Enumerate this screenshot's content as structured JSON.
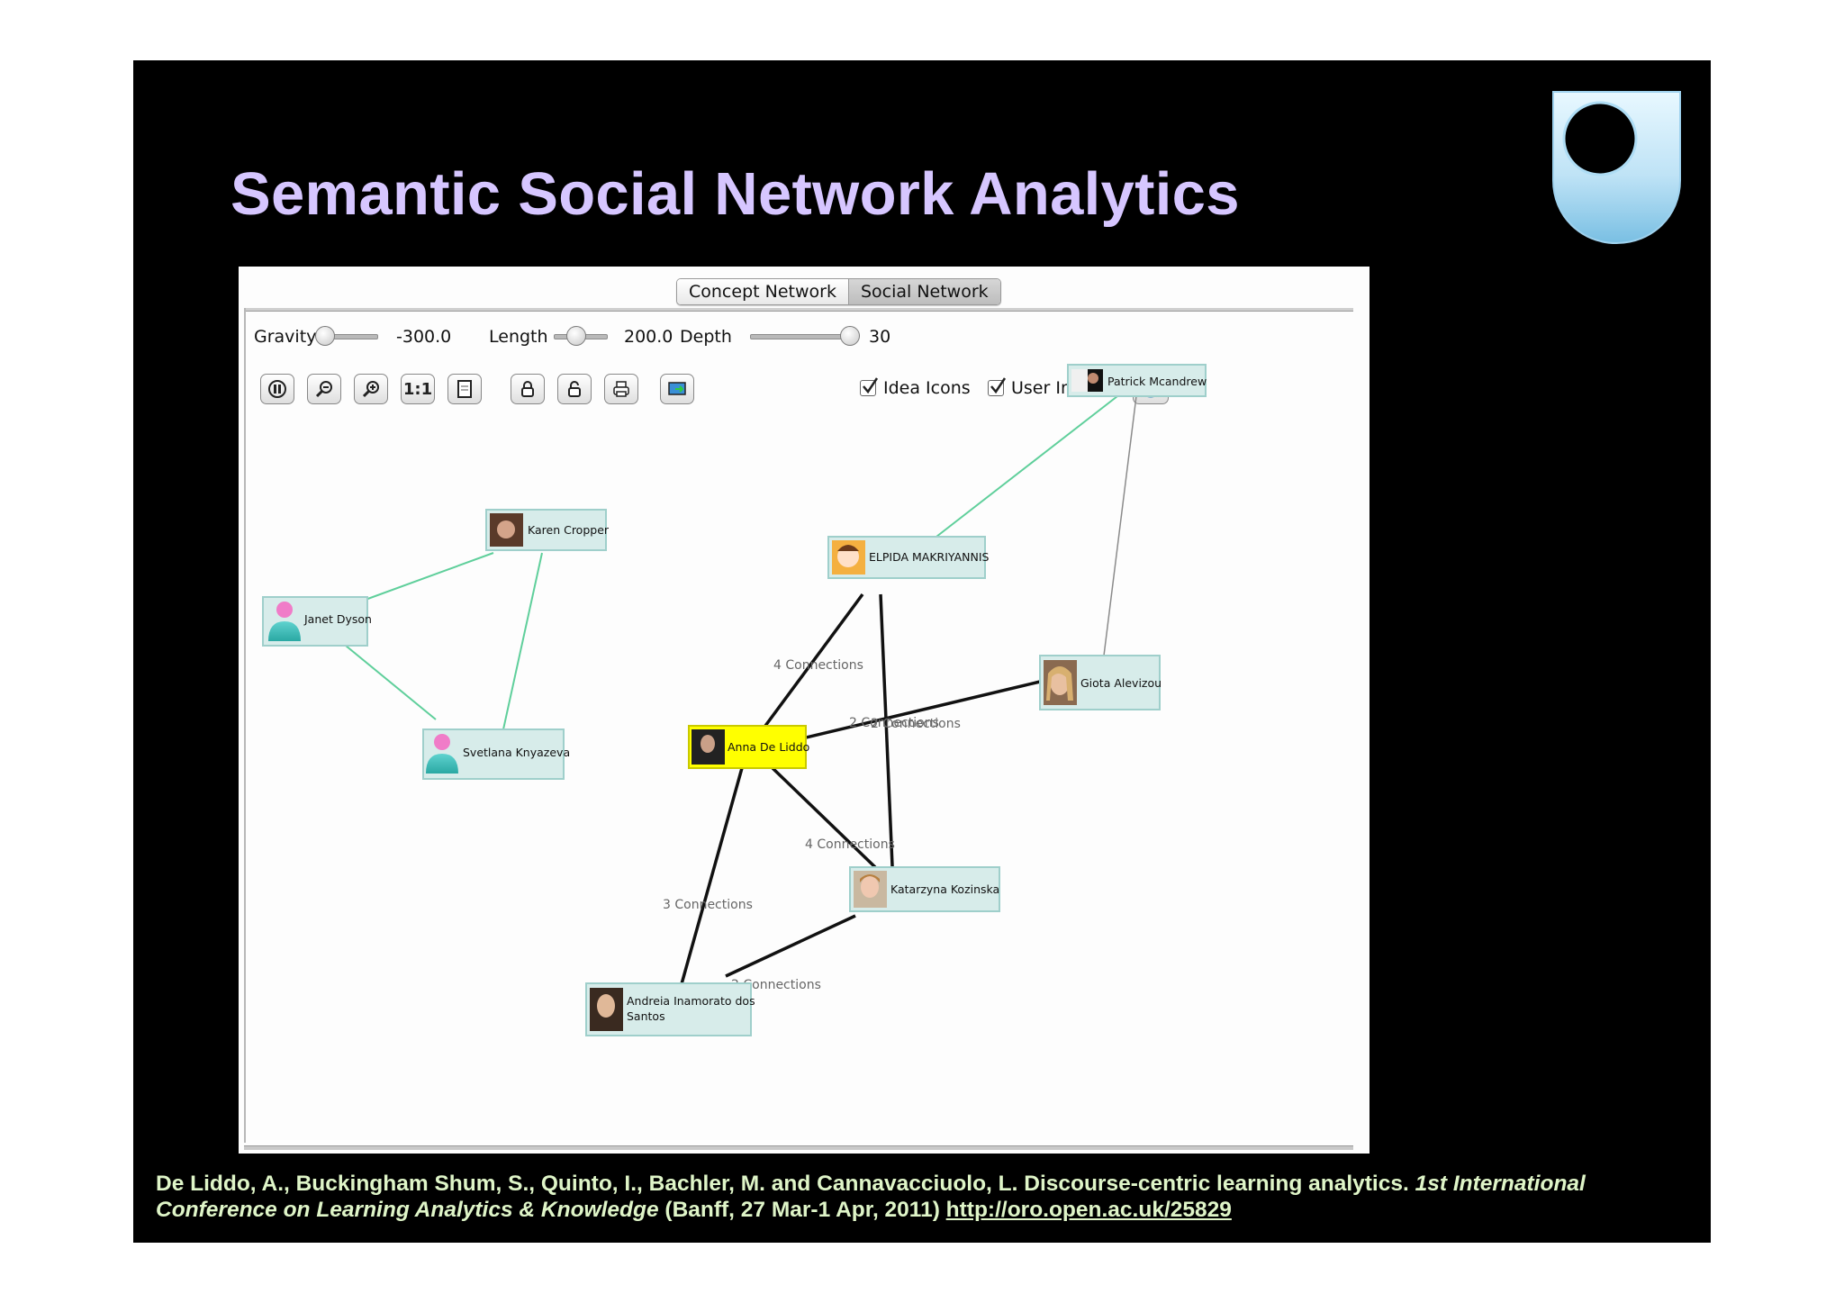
{
  "slide": {
    "title": "Semantic Social Network Analytics"
  },
  "tabs": [
    {
      "label": "Concept Network",
      "active": false
    },
    {
      "label": "Social Network",
      "active": true
    }
  ],
  "controls": {
    "gravity": {
      "label": "Gravity",
      "value": "-300.0",
      "level": 0.0
    },
    "length": {
      "label": "Length",
      "value": "200.0",
      "level": 0.4
    },
    "depth": {
      "label": "Depth",
      "value": "30",
      "level": 1.0
    }
  },
  "toolbar": {
    "buttons": [
      "pause-icon",
      "zoom-out-icon",
      "zoom-in-icon",
      "1:1",
      "page-icon",
      "lock-icon",
      "unlock-icon",
      "print-icon",
      "export-icon"
    ],
    "one_to_one_label": "1:1",
    "idea_icons": {
      "label": "Idea Icons",
      "checked": true
    },
    "user_images": {
      "label": "User Images",
      "checked": true
    }
  },
  "network": {
    "nodes": [
      {
        "id": "patrick",
        "label": "Patrick Mcandrew",
        "avatar": "photo-man"
      },
      {
        "id": "karen",
        "label": "Karen Cropper",
        "avatar": "photo-woman-dark"
      },
      {
        "id": "elpida",
        "label": "ELPIDA MAKRIYANNIS",
        "avatar": "cartoon-girl"
      },
      {
        "id": "janet",
        "label": "Janet Dyson",
        "avatar": "default-user"
      },
      {
        "id": "giota",
        "label": "Giota Alevizou",
        "avatar": "photo-woman-blonde"
      },
      {
        "id": "anna",
        "label": "Anna De Liddo",
        "avatar": "photo-woman-dark",
        "highlighted": true
      },
      {
        "id": "svetlana",
        "label": "Svetlana Knyazeva",
        "avatar": "default-user"
      },
      {
        "id": "katarzyna",
        "label": "Katarzyna Kozinska",
        "avatar": "photo-woman-light"
      },
      {
        "id": "andreia",
        "label_line1": "Andreia Inamorato dos",
        "label_line2": "Santos",
        "avatar": "photo-woman-dark"
      }
    ],
    "edge_labels": {
      "anna_elpida": "4 Connections",
      "anna_giota": "2 Connections",
      "elpida_katarzyna": "2 Connections",
      "anna_katarzyna": "4 Connections",
      "anna_andreia": "3 Connections",
      "katarzyna_andreia": "2 Connections"
    },
    "colors": {
      "green_edge": "#5fcf9b",
      "gray_edge": "#8a8a8a",
      "strong_edge": "#111111",
      "node_fill": "#d7ecea",
      "highlight_fill": "#ffff00"
    }
  },
  "citation": {
    "text_plain": "De Liddo, A., Buckingham Shum, S., Quinto, I., Bachler, M. and Cannavacciuolo, L. Discourse-centric learning analytics. ",
    "text_italic": "1st International Conference on Learning Analytics & Knowledge",
    "text_after": " (Banff, 27 Mar-1 Apr, 2011) ",
    "link": "http://oro.open.ac.uk/25829"
  }
}
